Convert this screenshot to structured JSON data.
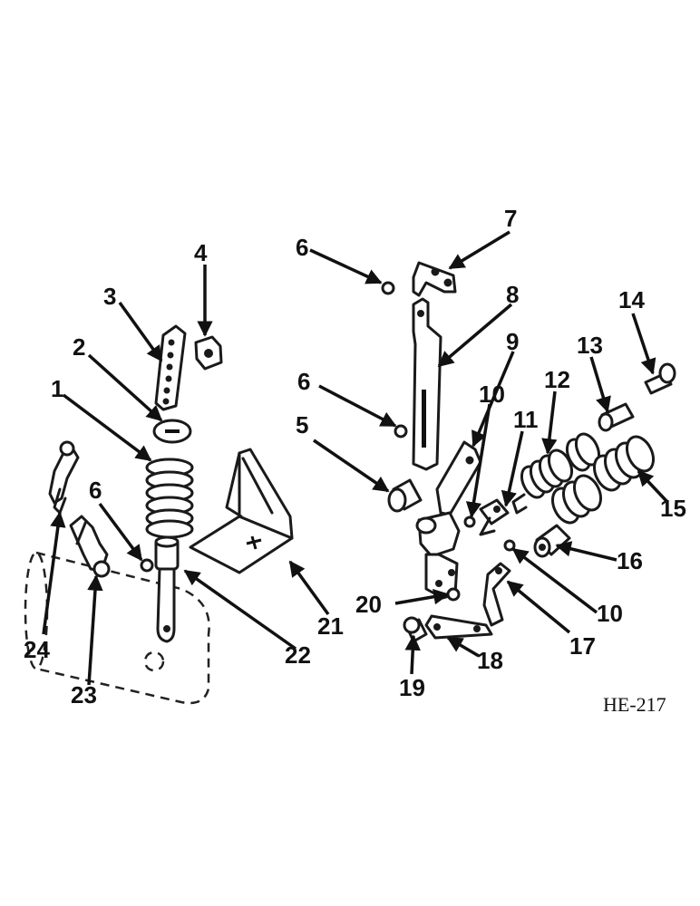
{
  "callouts": {
    "c1": "1",
    "c2": "2",
    "c3": "3",
    "c4": "4",
    "c5": "5",
    "c6a": "6",
    "c6b": "6",
    "c6c": "6",
    "c7": "7",
    "c8": "8",
    "c9": "9",
    "c10a": "10",
    "c10b": "10",
    "c11": "11",
    "c12": "12",
    "c13": "13",
    "c14": "14",
    "c15": "15",
    "c16": "16",
    "c17": "17",
    "c18": "18",
    "c19": "19",
    "c20": "20",
    "c21": "21",
    "c22": "22",
    "c23": "23",
    "c24": "24"
  },
  "figure_ref": "HE-217"
}
